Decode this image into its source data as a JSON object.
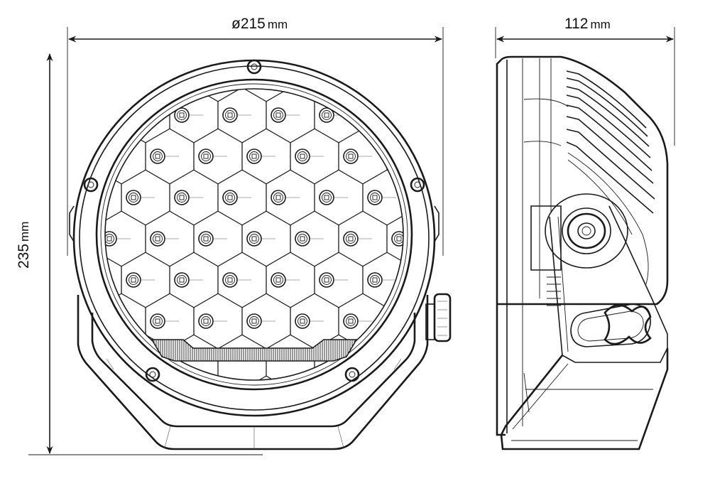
{
  "drawing": {
    "subject": "Round LED driving light - dimensional drawing",
    "views": [
      {
        "name": "front-view",
        "led_rows": [
          4,
          5,
          6,
          7,
          6,
          5
        ],
        "led_count": 33,
        "bezel_bolts": 5,
        "has_drl_strip": true,
        "mount": "U-bracket with adjustment knob"
      },
      {
        "name": "side-view",
        "features": [
          "finned housing",
          "pivot boss",
          "X-shaped locking knob",
          "bracket foot"
        ]
      }
    ],
    "line_color": "#1a1a1a",
    "background": "#ffffff"
  },
  "dimensions": {
    "width": {
      "value": "ø215",
      "unit": "mm"
    },
    "depth": {
      "value": "112",
      "unit": "mm"
    },
    "height": {
      "value": "235",
      "unit": "mm"
    }
  }
}
